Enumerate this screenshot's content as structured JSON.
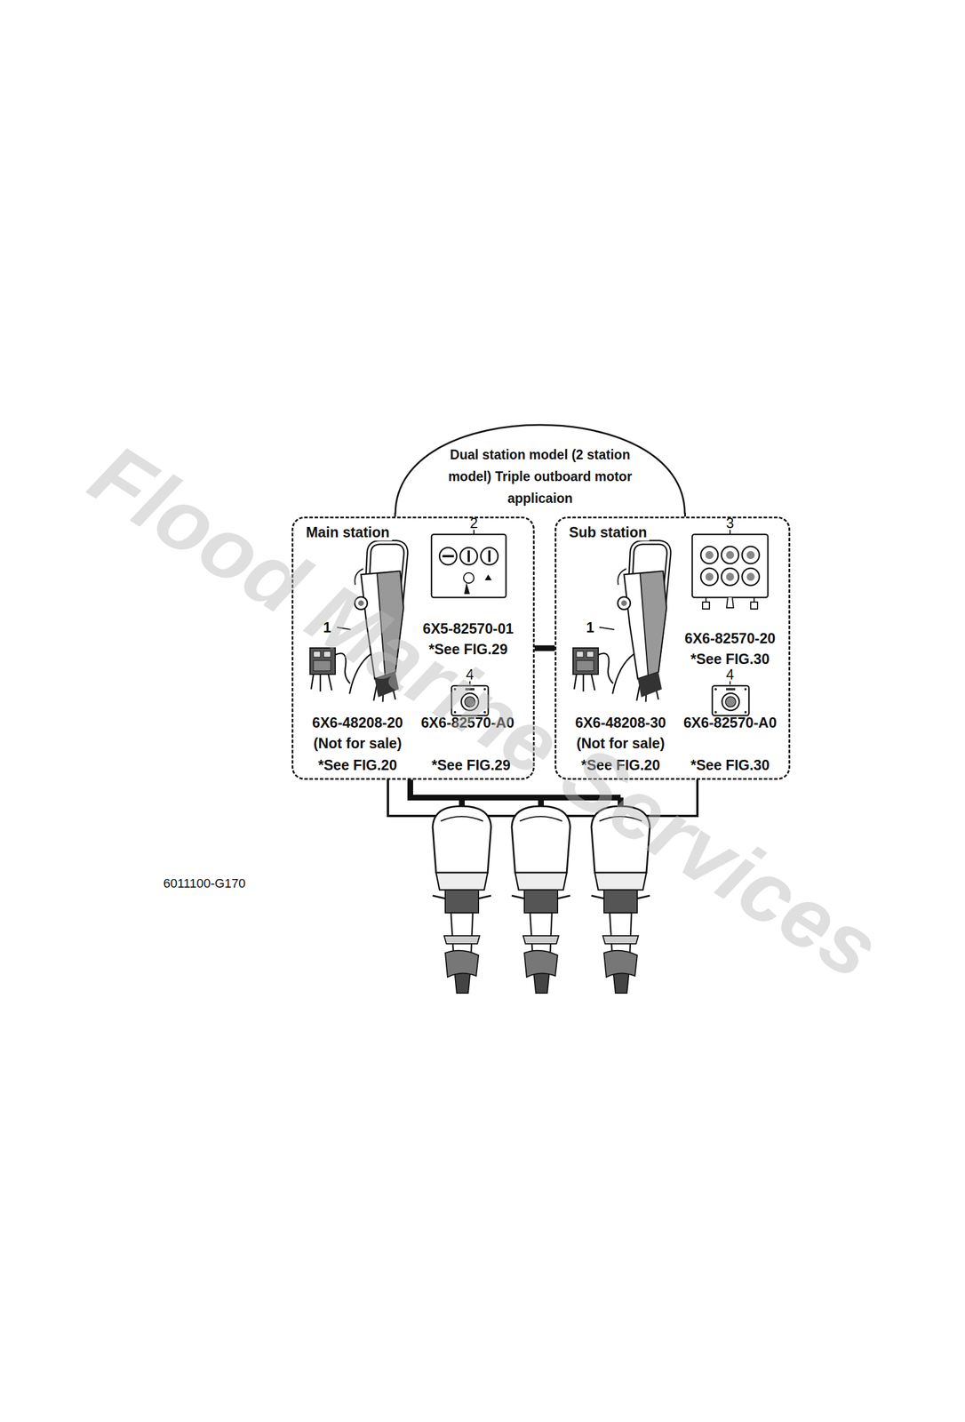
{
  "diagram": {
    "nodes": [
      {
        "text": [
          "Dual station model (2 station model) Triple outboard motor applicaion"
        ]
      },
      {
        "text": [
          "Main station"
        ]
      },
      {
        "text": [
          "Sub station"
        ]
      }
    ],
    "edges": [
      {
        "from": 0,
        "to": 1,
        "arrow": "none"
      },
      {
        "from": 0,
        "to": 2,
        "arrow": "none"
      },
      {
        "from": 1,
        "to": 2,
        "arrow": "none"
      }
    ],
    "labels": [
      "1",
      "6X6-48208-20",
      "(Not for sale)",
      "*See FIG.20",
      "2",
      "6X5-82570-01",
      "*See FIG.29",
      "4",
      "6X6-82570-A0",
      "*See FIG.29",
      "1",
      "6X6-48208-30",
      "(Not for sale)",
      "*See FIG.20",
      "3",
      "6X6-82570-20",
      "*See FIG.30",
      "4",
      "6X6-82570-A0",
      "*See FIG.30",
      "6011100-G170",
      "Flood Marine Services"
    ]
  }
}
